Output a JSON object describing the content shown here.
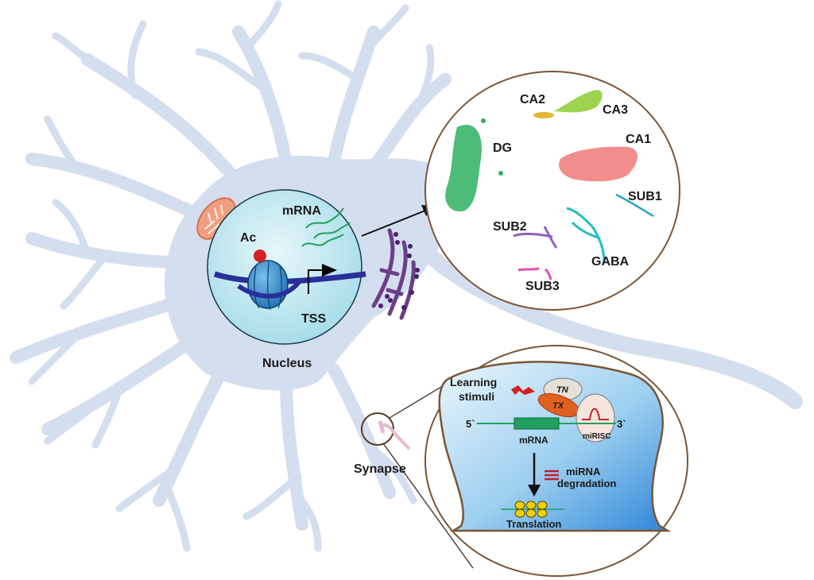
{
  "colors": {
    "neuron": "#d3deee",
    "nucleus_fill": "#c6eaf0",
    "nucleus_stroke": "#2a4a5a",
    "dna": "#2a2f9a",
    "histone": "#3a8fd0",
    "acetyl": "#d62020",
    "mrna": "#22a060",
    "mito": "#f0a080",
    "golgi": "#6b3f8a",
    "circle_stroke": "#7a5535",
    "synapse_fill_top": "#dff1fb",
    "synapse_fill_bottom": "#3d95e0"
  },
  "nucleus": {
    "label": "Nucleus",
    "mrna_label": "mRNA",
    "acetyl_label": "Ac",
    "tss_label": "TSS"
  },
  "umap": {
    "clusters": [
      {
        "name": "CA2",
        "color": "#e0b020"
      },
      {
        "name": "CA3",
        "color": "#8ccc30"
      },
      {
        "name": "DG",
        "color": "#2eb060"
      },
      {
        "name": "CA1",
        "color": "#f07070"
      },
      {
        "name": "SUB1",
        "color": "#20a8c0"
      },
      {
        "name": "SUB2",
        "color": "#9060c0"
      },
      {
        "name": "GABA",
        "color": "#20c0c0"
      },
      {
        "name": "SUB3",
        "color": "#e050b0"
      }
    ]
  },
  "synapse": {
    "label": "Synapse",
    "learning_label_1": "Learning",
    "learning_label_2": "stimuli",
    "tn_label": "TN",
    "tx_label": "TX",
    "five_prime": "5`",
    "three_prime": "3`",
    "mrna_label": "mRNA",
    "mirisc_label": "miRISC",
    "mirna_label_1": "miRNA",
    "mirna_label_2": "degradation",
    "translation_label": "Translation"
  }
}
